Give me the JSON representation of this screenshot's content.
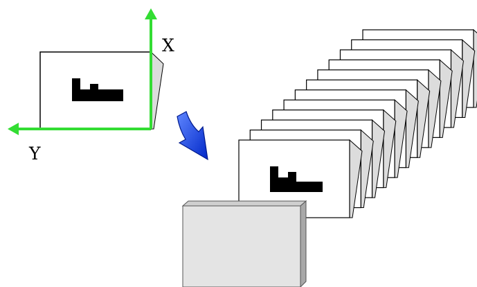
{
  "axes": {
    "x_label": "X",
    "y_label": "Y",
    "axis_color": "#33dd33"
  },
  "colors": {
    "card_face": "#ffffff",
    "card_side": "#dcdcdc",
    "card_stroke": "#000000",
    "glyph": "#000000",
    "arrow_fill": "#1a4fff",
    "arrow_dark": "#001a8c",
    "block_face": "#e4e4e4",
    "block_top": "#cfcfcf",
    "block_side": "#a8a8a8"
  },
  "icons": {
    "transform_arrow": "curved-arrow-down-right-icon",
    "glyph": "letter-f-icon"
  },
  "stack": {
    "card_count": 12
  }
}
